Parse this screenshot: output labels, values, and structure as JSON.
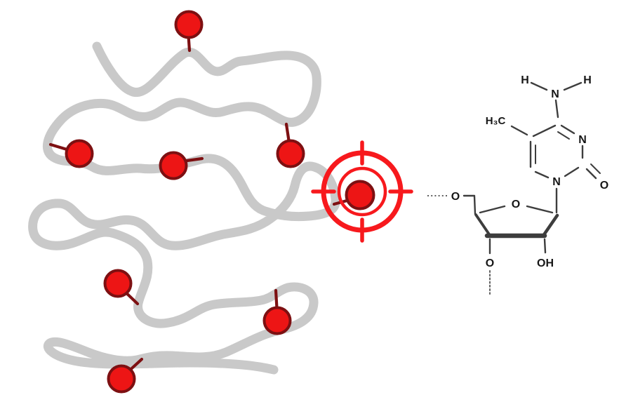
{
  "figure": {
    "kind": "rna-methylation-diagram",
    "colors": {
      "background": "#ffffff",
      "strand": "#c9c9c9",
      "modification_fill": "#ed1515",
      "modification_border": "#7d1012",
      "target_red": "#f7191d",
      "bond": "#3d3d3d",
      "label": "#161616",
      "dotted_link": "#5f5f5f"
    },
    "strand": {
      "modification_count": 8,
      "targeted_modification_index": 5
    },
    "icons": {
      "target": "crosshair-target-icon",
      "modification": "red-dot-modification"
    },
    "molecule": {
      "name_labels": {
        "h_left": "H",
        "h_right": "H",
        "n_amine": "N",
        "methyl": "H₃C",
        "n3": "N",
        "n1": "N",
        "o_carbonyl": "O",
        "o5_prime": "O",
        "o_ring": "O",
        "o3_prime": "O",
        "oh_2prime": "OH"
      }
    }
  }
}
